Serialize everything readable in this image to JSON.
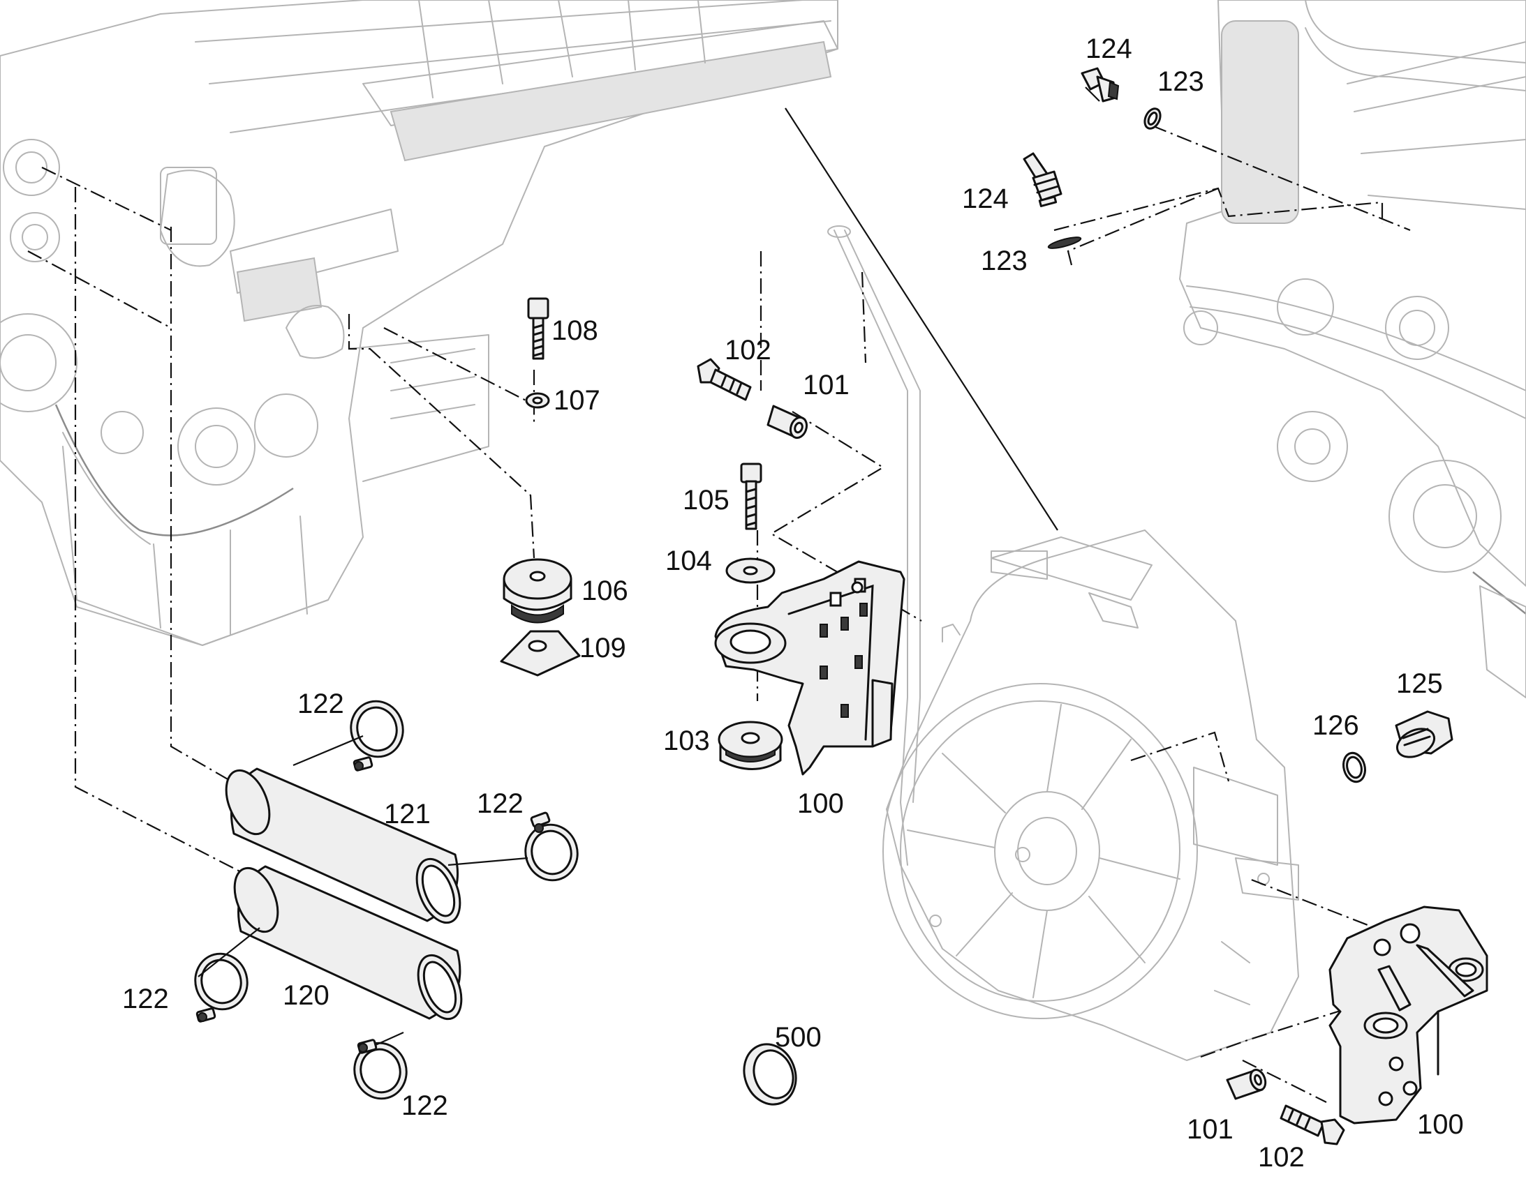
{
  "diagram": {
    "callouts": {
      "c100_left": "100",
      "c100_right": "100",
      "c101_top": "101",
      "c101_bottom": "101",
      "c102_top": "102",
      "c102_bottom": "102",
      "c103": "103",
      "c104": "104",
      "c105": "105",
      "c106": "106",
      "c107": "107",
      "c108": "108",
      "c109": "109",
      "c120": "120",
      "c121": "121",
      "c122_a": "122",
      "c122_b": "122",
      "c122_c": "122",
      "c122_d": "122",
      "c123_top": "123",
      "c123_mid": "123",
      "c124_top": "124",
      "c124_mid": "124",
      "c125": "125",
      "c126": "126",
      "c500": "500"
    }
  }
}
